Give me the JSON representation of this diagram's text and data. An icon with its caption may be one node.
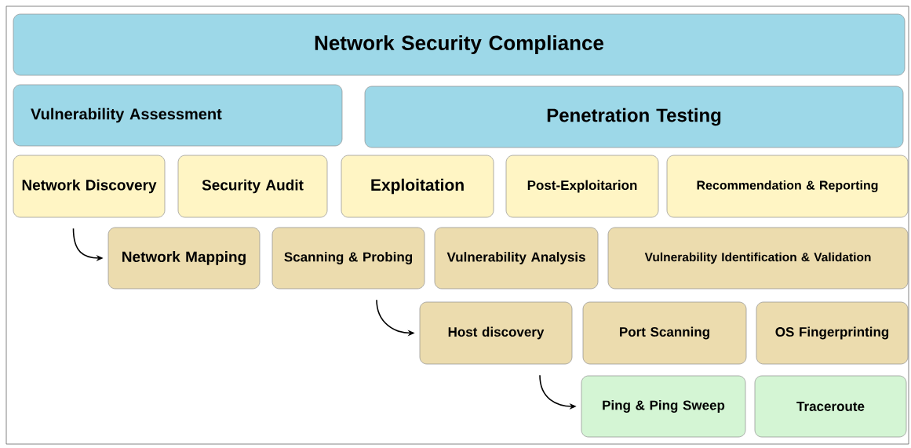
{
  "diagram": {
    "nodes": [
      {
        "text": [
          "Network Security Compliance"
        ]
      },
      {
        "text": [
          "Vulnerability Assessment"
        ]
      },
      {
        "text": [
          "Penetration Testing"
        ]
      },
      {
        "text": [
          "Network Discovery"
        ]
      },
      {
        "text": [
          "Security Audit"
        ]
      },
      {
        "text": [
          "Exploitation"
        ]
      },
      {
        "text": [
          "Post-Exploitarion"
        ]
      },
      {
        "text": [
          "Recommendation & Reporting"
        ]
      },
      {
        "text": [
          "Network Mapping"
        ]
      },
      {
        "text": [
          "Scanning & Probing"
        ]
      },
      {
        "text": [
          "Vulnerability Analysis"
        ]
      },
      {
        "text": [
          "Vulnerability Identification & Validation"
        ]
      },
      {
        "text": [
          "Host discovery"
        ]
      },
      {
        "text": [
          "Port Scanning"
        ]
      },
      {
        "text": [
          "OS Fingerprinting"
        ]
      },
      {
        "text": [
          "Ping & Ping Sweep"
        ]
      },
      {
        "text": [
          "Traceroute"
        ]
      }
    ],
    "edges": [
      {
        "from": 3,
        "to": 8,
        "arrow": "to"
      },
      {
        "from": 9,
        "to": 12,
        "arrow": "to"
      },
      {
        "from": 12,
        "to": 15,
        "arrow": "to"
      }
    ]
  }
}
